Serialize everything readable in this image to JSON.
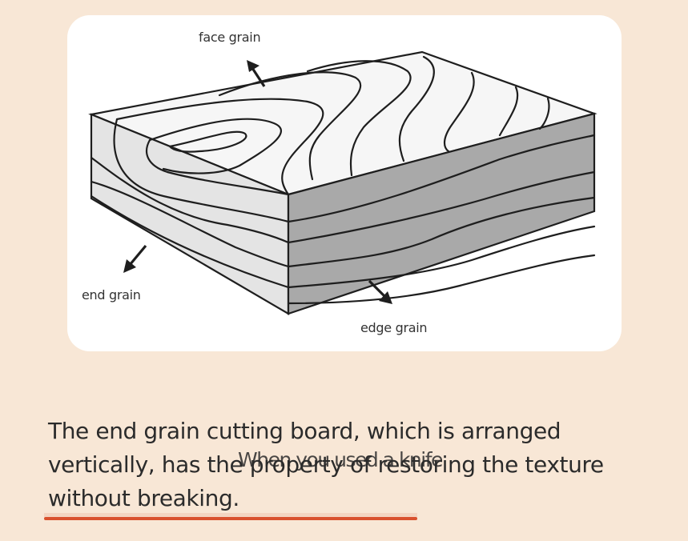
{
  "diagram": {
    "labels": {
      "face": "face grain",
      "end": "end grain",
      "edge": "edge grain"
    },
    "colors": {
      "top_face": "#f6f6f6",
      "end_face": "#e4e4e4",
      "edge_face": "#a9a9a9",
      "lines": "#1e1e1e"
    }
  },
  "caption": {
    "text": "The end grain cutting board, which is arranged vertically, has the property of restoring the texture without breaking.",
    "overlay": "When you used a knife",
    "underline_color": "#d9512e"
  },
  "page": {
    "background": "#f8e7d6"
  }
}
